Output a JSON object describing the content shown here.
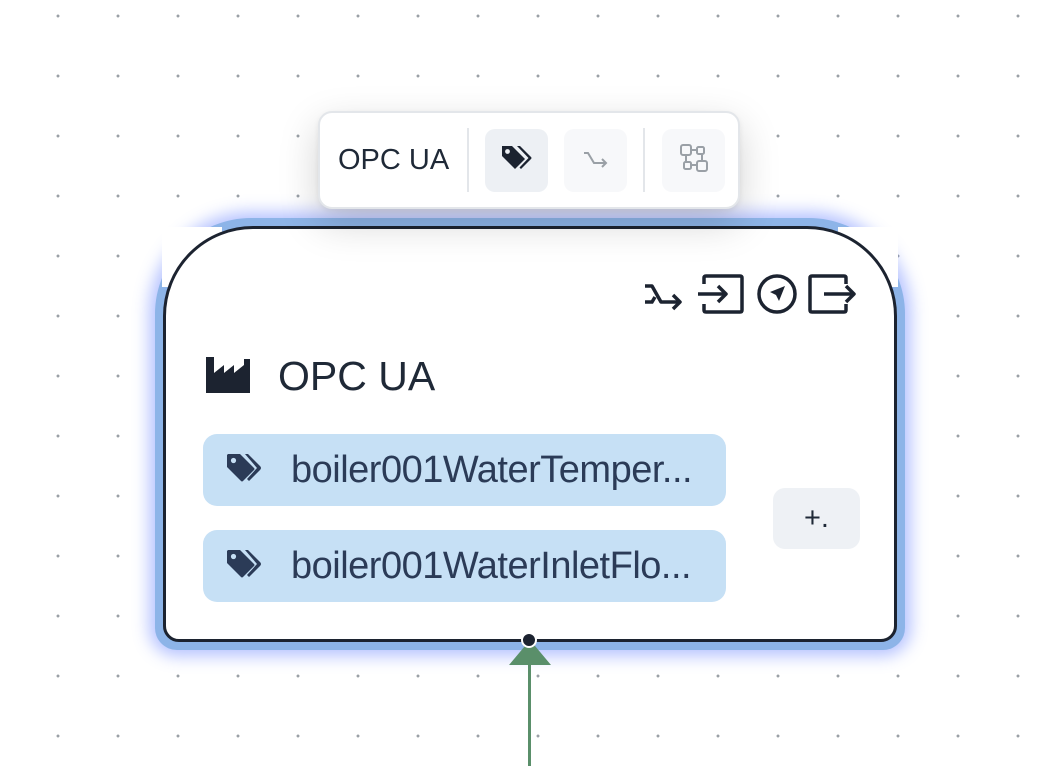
{
  "toolbar": {
    "title": "OPC UA",
    "buttons": [
      {
        "name": "tags",
        "icon": "tags-icon",
        "active": true
      },
      {
        "name": "route",
        "icon": "route-arrow-icon",
        "active": false
      },
      {
        "name": "mapping",
        "icon": "node-mapping-icon",
        "active": false
      }
    ]
  },
  "node": {
    "title": "OPC UA",
    "type_icon": "factory-icon",
    "actions": [
      "route-arrow-icon",
      "input-icon",
      "navigate-icon",
      "output-icon"
    ],
    "tags": [
      {
        "label": "boiler001WaterTemper...",
        "icon": "tag-icon"
      },
      {
        "label": "boiler001WaterInletFlo...",
        "icon": "tag-icon"
      }
    ],
    "add_label": "+."
  },
  "colors": {
    "tag_bg": "#c6e0f5",
    "selection": "#8db4e8",
    "edge": "#5a8f6a",
    "border": "#1c2330"
  }
}
